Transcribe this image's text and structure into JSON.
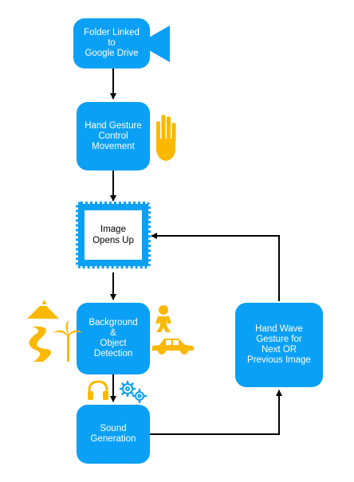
{
  "nodes": {
    "folder": "Folder Linked\nto\nGoogle Drive",
    "gesture": "Hand Gesture\nControl\nMovement",
    "image": "Image\nOpens Up",
    "detection": "Background\n&\nObject\nDetection",
    "sound": "Sound\nGeneration",
    "wave": "Hand Wave\nGesture for\nNext OR\nPrevious Image"
  },
  "icons": {
    "camera": "video-camera-icon",
    "hand": "hand-icon",
    "landscape": "volcano-river-palm-icon",
    "baby": "baby-icon",
    "car": "car-icon",
    "headphones": "headphones-icon",
    "gears": "gears-icon"
  },
  "colors": {
    "node": "#0aa0f5",
    "accent": "#fbb800",
    "arrow": "#000000"
  }
}
